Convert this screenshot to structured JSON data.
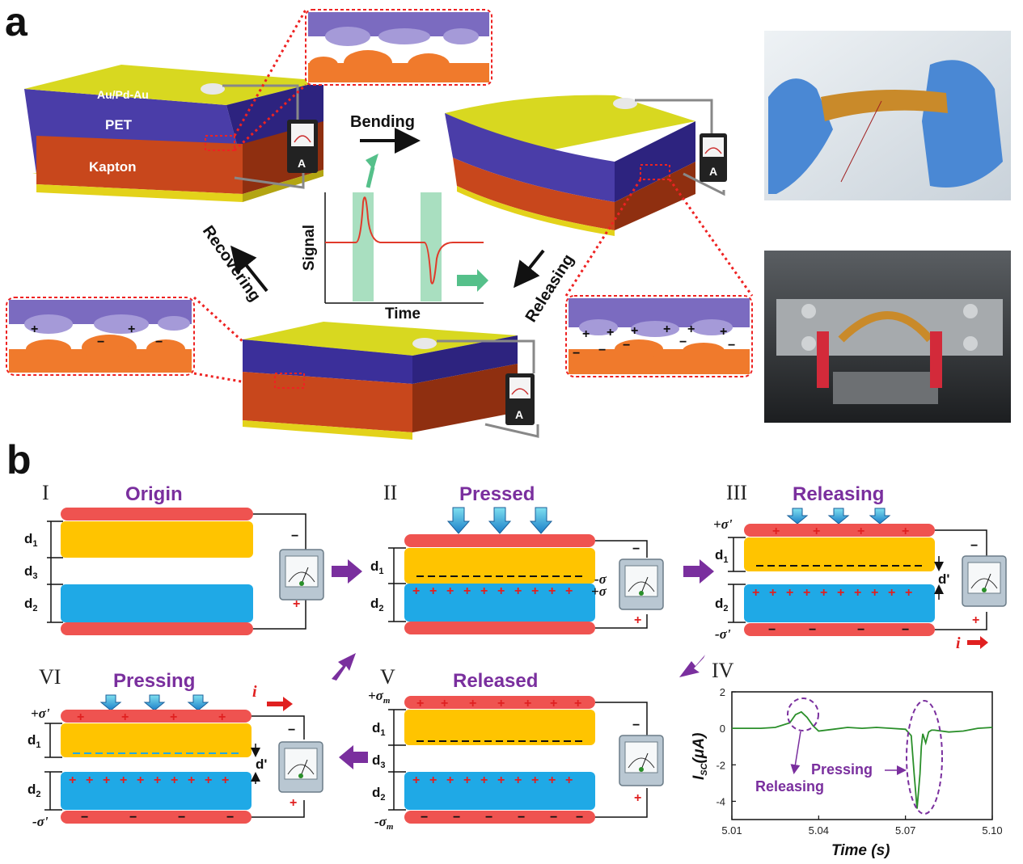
{
  "panel_a": {
    "label": "a",
    "layers": {
      "top": "Au/Pd-Au",
      "middle": "PET",
      "bottom": "Kapton"
    },
    "ammeter": "A",
    "steps": {
      "bending": "Bending",
      "releasing": "Releasing",
      "recovering": "Recovering"
    },
    "inset": {
      "ylabel": "Signal",
      "xlabel": "Time"
    }
  },
  "panel_b": {
    "label": "b",
    "I": {
      "numeral": "I",
      "title": "Origin"
    },
    "II": {
      "numeral": "II",
      "title": "Pressed"
    },
    "III": {
      "numeral": "III",
      "title": "Releasing"
    },
    "V": {
      "numeral": "V",
      "title": "Released"
    },
    "VI": {
      "numeral": "VI",
      "title": "Pressing"
    },
    "IV": {
      "numeral": "IV"
    },
    "symbols": {
      "d1": "d",
      "d2": "d",
      "d3": "d",
      "dprime": "d'",
      "sigma_plus": "+σ",
      "sigma_minus": "-σ",
      "sigma_prime_plus": "+σ'",
      "sigma_prime_minus": "-σ'",
      "sigma_m_plus": "+σ",
      "sigma_m_minus": "-σ",
      "sub1": "1",
      "sub2": "2",
      "sub3": "3",
      "subm": "m",
      "current": "i",
      "plus": "+",
      "minus": "−"
    }
  },
  "colors": {
    "electrode": "#ef5350",
    "yellow": "#ffc400",
    "blue": "#1fa9e6",
    "purple": "#7a2f9e",
    "green": "#2a8f2a",
    "pet": "#3b2f9a",
    "kapton": "#c8471c",
    "au": "#d6d61c"
  },
  "chart_data": {
    "type": "line",
    "title": "",
    "xlabel": "Time (s)",
    "ylabel": "I",
    "ylabel_sub": "SC",
    "ylabel_unit": "(μA)",
    "xlim": [
      5.01,
      5.1
    ],
    "ylim": [
      -5,
      2
    ],
    "xticks": [
      5.01,
      5.04,
      5.07,
      5.1
    ],
    "yticks": [
      2,
      0,
      -2,
      -4
    ],
    "series": [
      {
        "x": [
          5.01,
          5.02,
          5.025,
          5.03,
          5.032,
          5.034,
          5.036,
          5.038,
          5.04,
          5.045,
          5.05,
          5.055,
          5.06,
          5.065,
          5.07,
          5.072,
          5.073,
          5.074,
          5.075,
          5.0755,
          5.076,
          5.077,
          5.078,
          5.079,
          5.08,
          5.085,
          5.09,
          5.095,
          5.1
        ],
        "y": [
          0.0,
          0.0,
          0.05,
          0.3,
          0.75,
          0.9,
          0.6,
          0.15,
          -0.15,
          -0.05,
          0.05,
          0.0,
          0.05,
          0.0,
          -0.05,
          -0.4,
          -2.5,
          -4.4,
          -2.5,
          -1.0,
          -0.3,
          -0.8,
          -0.2,
          -0.1,
          -0.1,
          -0.2,
          -0.15,
          0.0,
          0.05
        ]
      }
    ],
    "annotations": [
      "Releasing",
      "Pressing"
    ]
  }
}
